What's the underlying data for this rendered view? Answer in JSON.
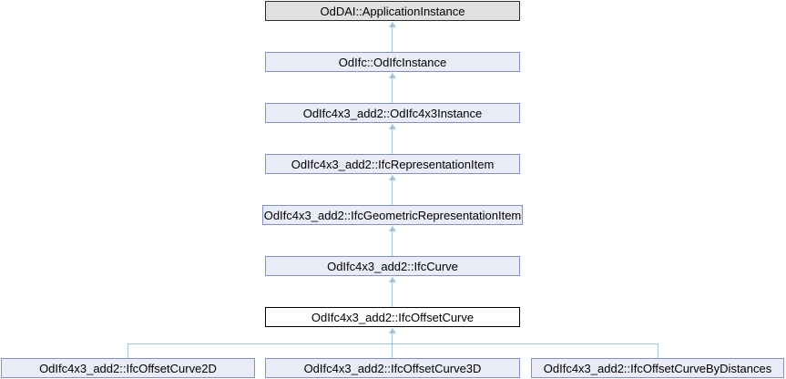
{
  "diagram": {
    "kind": "class-inheritance-graph",
    "nodes": [
      {
        "label": "OdDAI::ApplicationInstance",
        "type": "external"
      },
      {
        "label": "OdIfc::OdIfcInstance",
        "type": "ancestor"
      },
      {
        "label": "OdIfc4x3_add2::OdIfc4x3Instance",
        "type": "ancestor"
      },
      {
        "label": "OdIfc4x3_add2::IfcRepresentationItem",
        "type": "ancestor"
      },
      {
        "label": "OdIfc4x3_add2::IfcGeometricRepresentationItem",
        "type": "ancestor"
      },
      {
        "label": "OdIfc4x3_add2::IfcCurve",
        "type": "ancestor"
      },
      {
        "label": "OdIfc4x3_add2::IfcOffsetCurve",
        "type": "current"
      },
      {
        "label": "OdIfc4x3_add2::IfcOffsetCurve2D",
        "type": "derived"
      },
      {
        "label": "OdIfc4x3_add2::IfcOffsetCurve3D",
        "type": "derived"
      },
      {
        "label": "OdIfc4x3_add2::IfcOffsetCurveByDistances",
        "type": "derived"
      }
    ],
    "colors": {
      "node_fill": "#e9ebf6",
      "node_border": "#8191c2",
      "external_fill": "#e0e0e0",
      "external_border": "#2b2b2b",
      "current_fill": "#ffffff",
      "current_border": "#000000",
      "edge": "#a0c3dc",
      "text": "#000000",
      "background": "#ffffff"
    }
  }
}
